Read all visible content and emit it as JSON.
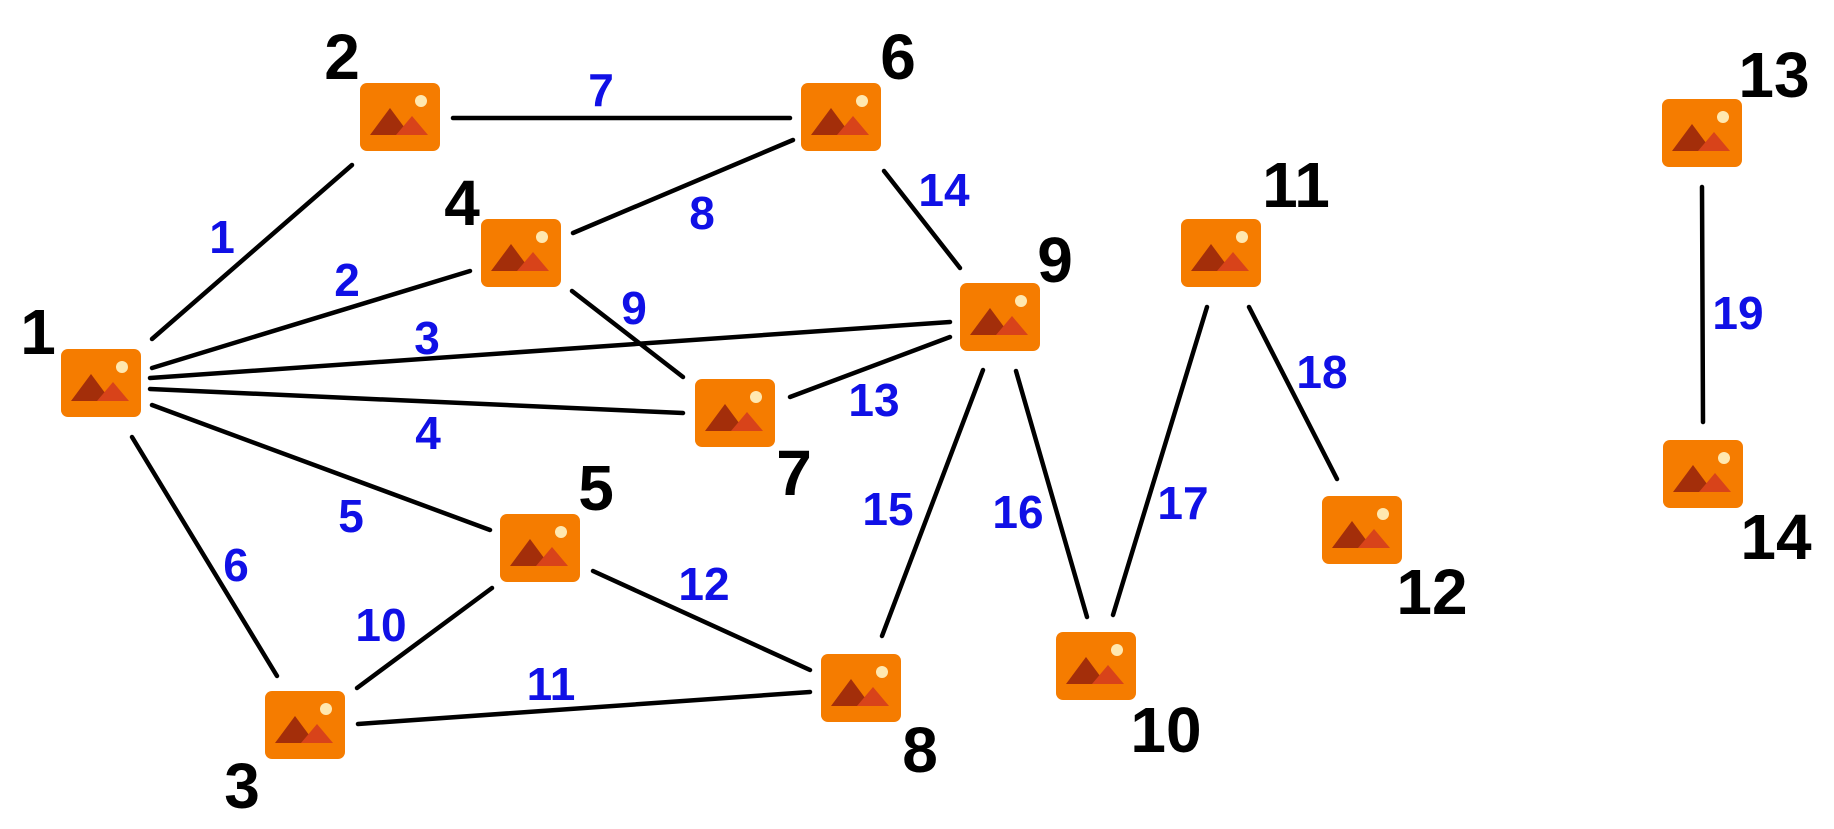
{
  "colors": {
    "edge": "#000000",
    "edge_label": "#1010e6",
    "node_label": "#000000",
    "node_icon_bg": "#f57c00",
    "node_icon_mountain_dark": "#a32e0a",
    "node_icon_mountain_light": "#d8431a",
    "node_icon_sun": "#ffe8b0"
  },
  "node_icon": "image-placeholder-icon",
  "nodes": [
    {
      "id": 1,
      "label": "1"
    },
    {
      "id": 2,
      "label": "2"
    },
    {
      "id": 3,
      "label": "3"
    },
    {
      "id": 4,
      "label": "4"
    },
    {
      "id": 5,
      "label": "5"
    },
    {
      "id": 6,
      "label": "6"
    },
    {
      "id": 7,
      "label": "7"
    },
    {
      "id": 8,
      "label": "8"
    },
    {
      "id": 9,
      "label": "9"
    },
    {
      "id": 10,
      "label": "10"
    },
    {
      "id": 11,
      "label": "11"
    },
    {
      "id": 12,
      "label": "12"
    },
    {
      "id": 13,
      "label": "13"
    },
    {
      "id": 14,
      "label": "14"
    }
  ],
  "edges": [
    {
      "id": 1,
      "label": "1",
      "source": 1,
      "target": 2
    },
    {
      "id": 2,
      "label": "2",
      "source": 1,
      "target": 4
    },
    {
      "id": 3,
      "label": "3",
      "source": 1,
      "target": 9
    },
    {
      "id": 4,
      "label": "4",
      "source": 1,
      "target": 7
    },
    {
      "id": 5,
      "label": "5",
      "source": 1,
      "target": 5
    },
    {
      "id": 6,
      "label": "6",
      "source": 1,
      "target": 3
    },
    {
      "id": 7,
      "label": "7",
      "source": 2,
      "target": 6
    },
    {
      "id": 8,
      "label": "8",
      "source": 4,
      "target": 6
    },
    {
      "id": 9,
      "label": "9",
      "source": 4,
      "target": 7
    },
    {
      "id": 10,
      "label": "10",
      "source": 3,
      "target": 5
    },
    {
      "id": 11,
      "label": "11",
      "source": 3,
      "target": 8
    },
    {
      "id": 12,
      "label": "12",
      "source": 5,
      "target": 8
    },
    {
      "id": 13,
      "label": "13",
      "source": 7,
      "target": 9
    },
    {
      "id": 14,
      "label": "14",
      "source": 6,
      "target": 9
    },
    {
      "id": 15,
      "label": "15",
      "source": 9,
      "target": 8
    },
    {
      "id": 16,
      "label": "16",
      "source": 9,
      "target": 10
    },
    {
      "id": 17,
      "label": "17",
      "source": 11,
      "target": 10
    },
    {
      "id": 18,
      "label": "18",
      "source": 11,
      "target": 12
    },
    {
      "id": 19,
      "label": "19",
      "source": 13,
      "target": 14
    }
  ]
}
